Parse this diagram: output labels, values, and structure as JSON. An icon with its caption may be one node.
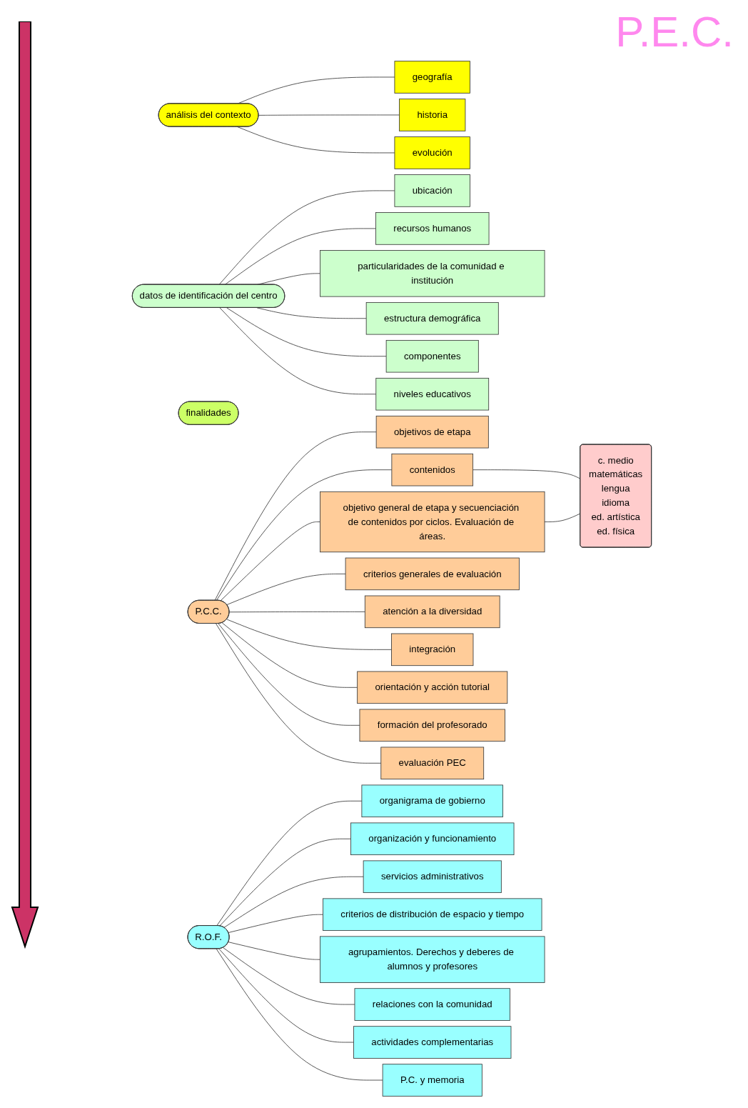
{
  "diagram": {
    "title": "P.E.C.",
    "nodes": [
      {
        "text": [
          "análisis del contexto"
        ]
      },
      {
        "text": [
          "geografía"
        ]
      },
      {
        "text": [
          "historia"
        ]
      },
      {
        "text": [
          "evolución"
        ]
      },
      {
        "text": [
          "datos de identificación del centro"
        ]
      },
      {
        "text": [
          "ubicación"
        ]
      },
      {
        "text": [
          "recursos  humanos"
        ]
      },
      {
        "text": [
          "particularidades de la comunidad e institución"
        ]
      },
      {
        "text": [
          "estructura demográfica"
        ]
      },
      {
        "text": [
          "componentes"
        ]
      },
      {
        "text": [
          "niveles educativos"
        ]
      },
      {
        "text": [
          "finalidades"
        ]
      },
      {
        "text": [
          "P.C.C."
        ]
      },
      {
        "text": [
          "objetivos de etapa"
        ]
      },
      {
        "text": [
          "contenidos"
        ]
      },
      {
        "text": [
          "objetivo general de etapa y secuenciación de contenidos por ciclos. Evaluación de áreas."
        ]
      },
      {
        "text": [
          "criterios generales de evaluación"
        ]
      },
      {
        "text": [
          "atención a la diversidad"
        ]
      },
      {
        "text": [
          "integración"
        ]
      },
      {
        "text": [
          "orientación y acción tutorial"
        ]
      },
      {
        "text": [
          "formación del profesorado"
        ]
      },
      {
        "text": [
          "evaluación PEC"
        ]
      },
      {
        "text": [
          "c. medio",
          "matemáticas",
          "lengua",
          "idioma",
          "ed. artística",
          "ed. física"
        ]
      },
      {
        "text": [
          "R.O.F."
        ]
      },
      {
        "text": [
          "organigrama de gobierno"
        ]
      },
      {
        "text": [
          "organización y funcionamiento"
        ]
      },
      {
        "text": [
          "servicios administrativos"
        ]
      },
      {
        "text": [
          "criterios de distribución de espacio y tiempo"
        ]
      },
      {
        "text": [
          "agrupamientos. Derechos y deberes de alumnos y profesores"
        ]
      },
      {
        "text": [
          "relaciones con la comunidad"
        ]
      },
      {
        "text": [
          "actividades complementarias"
        ]
      },
      {
        "text": [
          "P.C. y memoria"
        ]
      }
    ],
    "edges": [
      {
        "from": 0,
        "to": 1,
        "arrow": "none"
      },
      {
        "from": 0,
        "to": 2,
        "arrow": "none"
      },
      {
        "from": 0,
        "to": 3,
        "arrow": "none"
      },
      {
        "from": 4,
        "to": 5,
        "arrow": "none"
      },
      {
        "from": 4,
        "to": 6,
        "arrow": "none"
      },
      {
        "from": 4,
        "to": 7,
        "arrow": "none"
      },
      {
        "from": 4,
        "to": 8,
        "arrow": "none"
      },
      {
        "from": 4,
        "to": 9,
        "arrow": "none"
      },
      {
        "from": 4,
        "to": 10,
        "arrow": "none"
      },
      {
        "from": 12,
        "to": 13,
        "arrow": "none"
      },
      {
        "from": 12,
        "to": 14,
        "arrow": "none"
      },
      {
        "from": 12,
        "to": 15,
        "arrow": "none"
      },
      {
        "from": 12,
        "to": 16,
        "arrow": "none"
      },
      {
        "from": 12,
        "to": 17,
        "arrow": "none"
      },
      {
        "from": 12,
        "to": 18,
        "arrow": "none"
      },
      {
        "from": 12,
        "to": 19,
        "arrow": "none"
      },
      {
        "from": 12,
        "to": 20,
        "arrow": "none"
      },
      {
        "from": 12,
        "to": 21,
        "arrow": "none"
      },
      {
        "from": 14,
        "to": 22,
        "arrow": "none"
      },
      {
        "from": 15,
        "to": 22,
        "arrow": "none"
      },
      {
        "from": 23,
        "to": 24,
        "arrow": "none"
      },
      {
        "from": 23,
        "to": 25,
        "arrow": "none"
      },
      {
        "from": 23,
        "to": 26,
        "arrow": "none"
      },
      {
        "from": 23,
        "to": 27,
        "arrow": "none"
      },
      {
        "from": 23,
        "to": 28,
        "arrow": "none"
      },
      {
        "from": 23,
        "to": 29,
        "arrow": "none"
      },
      {
        "from": 23,
        "to": 30,
        "arrow": "none"
      },
      {
        "from": 23,
        "to": 31,
        "arrow": "none"
      }
    ]
  }
}
